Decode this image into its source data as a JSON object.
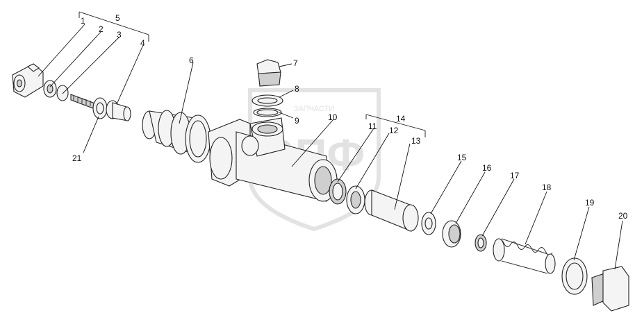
{
  "watermark": {
    "top_text": "ЗАПЧАСТИ",
    "brand_text": "ЭПФ"
  },
  "callouts": [
    {
      "id": "1",
      "label": "1"
    },
    {
      "id": "2",
      "label": "2"
    },
    {
      "id": "3",
      "label": "3"
    },
    {
      "id": "4",
      "label": "4"
    },
    {
      "id": "5",
      "label": "5"
    },
    {
      "id": "6",
      "label": "6"
    },
    {
      "id": "7",
      "label": "7"
    },
    {
      "id": "8",
      "label": "8"
    },
    {
      "id": "9",
      "label": "9"
    },
    {
      "id": "10",
      "label": "10"
    },
    {
      "id": "11",
      "label": "11"
    },
    {
      "id": "12",
      "label": "12"
    },
    {
      "id": "13",
      "label": "13"
    },
    {
      "id": "14",
      "label": "14"
    },
    {
      "id": "15",
      "label": "15"
    },
    {
      "id": "16",
      "label": "16"
    },
    {
      "id": "17",
      "label": "17"
    },
    {
      "id": "18",
      "label": "18"
    },
    {
      "id": "19",
      "label": "19"
    },
    {
      "id": "20",
      "label": "20"
    },
    {
      "id": "21",
      "label": "21"
    }
  ]
}
